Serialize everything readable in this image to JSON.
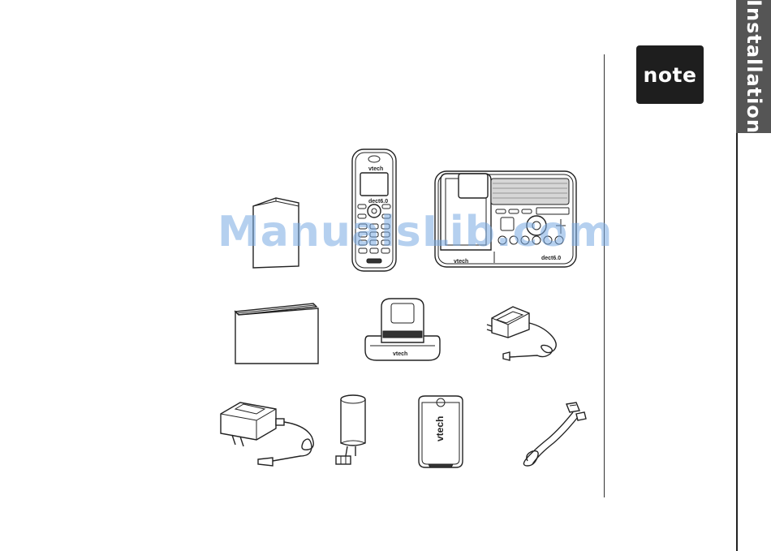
{
  "side_tab": {
    "label": "Installation",
    "color": "#555555"
  },
  "note_badge": {
    "label": "note",
    "color": "#1e1e1e"
  },
  "watermark": {
    "text": "ManualsLib.com"
  },
  "items": [
    {
      "name": "user-manual",
      "icon": "booklet-icon"
    },
    {
      "name": "telephone-handset",
      "icon": "handset-icon",
      "brand": "vtech",
      "model": "dect6.0"
    },
    {
      "name": "telephone-base",
      "icon": "base-unit-icon",
      "brand": "vtech",
      "model": "dect6.0"
    },
    {
      "name": "quick-start-guide",
      "icon": "booklet-icon"
    },
    {
      "name": "charger",
      "icon": "charger-cradle-icon",
      "brand": "vtech"
    },
    {
      "name": "charger-power-adapter",
      "icon": "power-adapter-icon"
    },
    {
      "name": "base-power-adapter",
      "icon": "power-adapter-icon"
    },
    {
      "name": "battery",
      "icon": "battery-pack-icon"
    },
    {
      "name": "battery-cover",
      "icon": "battery-cover-icon",
      "brand": "vtech"
    },
    {
      "name": "telephone-line-cord",
      "icon": "line-cord-icon"
    }
  ]
}
